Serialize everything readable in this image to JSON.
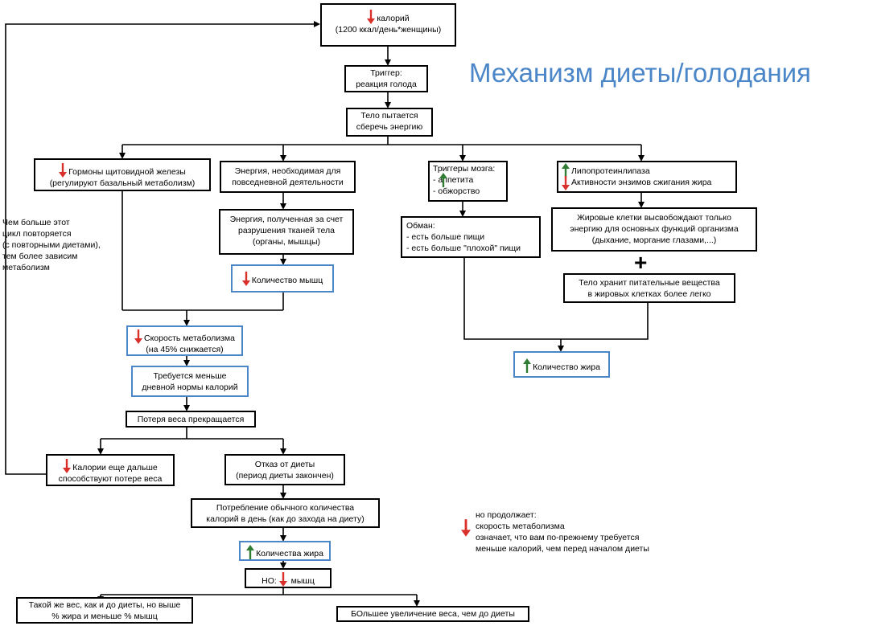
{
  "title": "Механизм диеты/голодания",
  "nodes": {
    "calories": [
      "калорий",
      "(1200 ккал/день*женщины)"
    ],
    "trigger": [
      "Триггер:",
      "реакция голода"
    ],
    "save_energy": [
      "Тело пытается",
      "сберечь энергию"
    ],
    "thyroid": [
      "Гормоны щитовидной железы",
      "(регулируют базальный метаболизм)"
    ],
    "daily_energy": [
      "Энергия, необходимая для",
      "повседневной деятельности"
    ],
    "tissue_energy": [
      "Энергия, полученная за счет",
      "разрушения  тканей тела",
      "(органы, мышцы)"
    ],
    "muscle_amount": [
      "Количество мышц"
    ],
    "brain_triggers": [
      "Триггеры мозга:",
      "-  аппетита",
      "- обжорство"
    ],
    "deception": [
      "Обман:",
      "- есть больше пищи",
      "- есть больше \"плохой\" пищи"
    ],
    "lipase": [
      "Липопротеинлипаза",
      "Активности энзимов сжигания жира"
    ],
    "fat_cells": [
      "Жировые клетки высвобождают только",
      "энергию для основных функций организма",
      "(дыхание, моргание глазами,...)"
    ],
    "store": [
      "Тело хранит питательные вещества",
      "в жировых клетках более легко"
    ],
    "fat_amount": [
      "Количество жира"
    ],
    "metabolism_speed": [
      "Скорость метаболизма",
      "(на 45% снижается)"
    ],
    "fewer_calories": [
      "Требуется меньше",
      "дневной нормы калорий"
    ],
    "weight_stop": [
      "Потеря веса прекращается"
    ],
    "further_calories": [
      "Калории еще дальше",
      "способствуют потере веса"
    ],
    "quit_diet": [
      "Отказ от диеты",
      "(период диеты закончен)"
    ],
    "normal_intake": [
      "Потребление обычного количества",
      "калорий в день (как до захода на диету)"
    ],
    "fat_amount2": [
      "Количества жира"
    ],
    "but_muscle": [
      "НО:",
      "мышц"
    ],
    "same_weight": [
      "Такой же вес, как и до диеты, но выше",
      "% жира и меньше % мышц"
    ],
    "more_weight": [
      "БОльшее увеличение веса, чем до диеты"
    ]
  },
  "cycle_note": [
    "Чем больше этот",
    "цикл повторяется",
    "(с повторными диетами),",
    "тем более зависим",
    "метаболизм"
  ],
  "side_note": [
    "но продолжает:",
    "скорость метаболизма",
    "означает, что вам по-прежнему требуется",
    "меньше калорий, чем перед началом диеты"
  ],
  "colors": {
    "down_arrow": "#d9302c",
    "up_arrow": "#2f7d32",
    "title": "#4a86c8",
    "blue_border": "#4a86c8"
  },
  "icons": {
    "down": "red-down-arrow-icon",
    "up": "green-up-arrow-icon"
  }
}
